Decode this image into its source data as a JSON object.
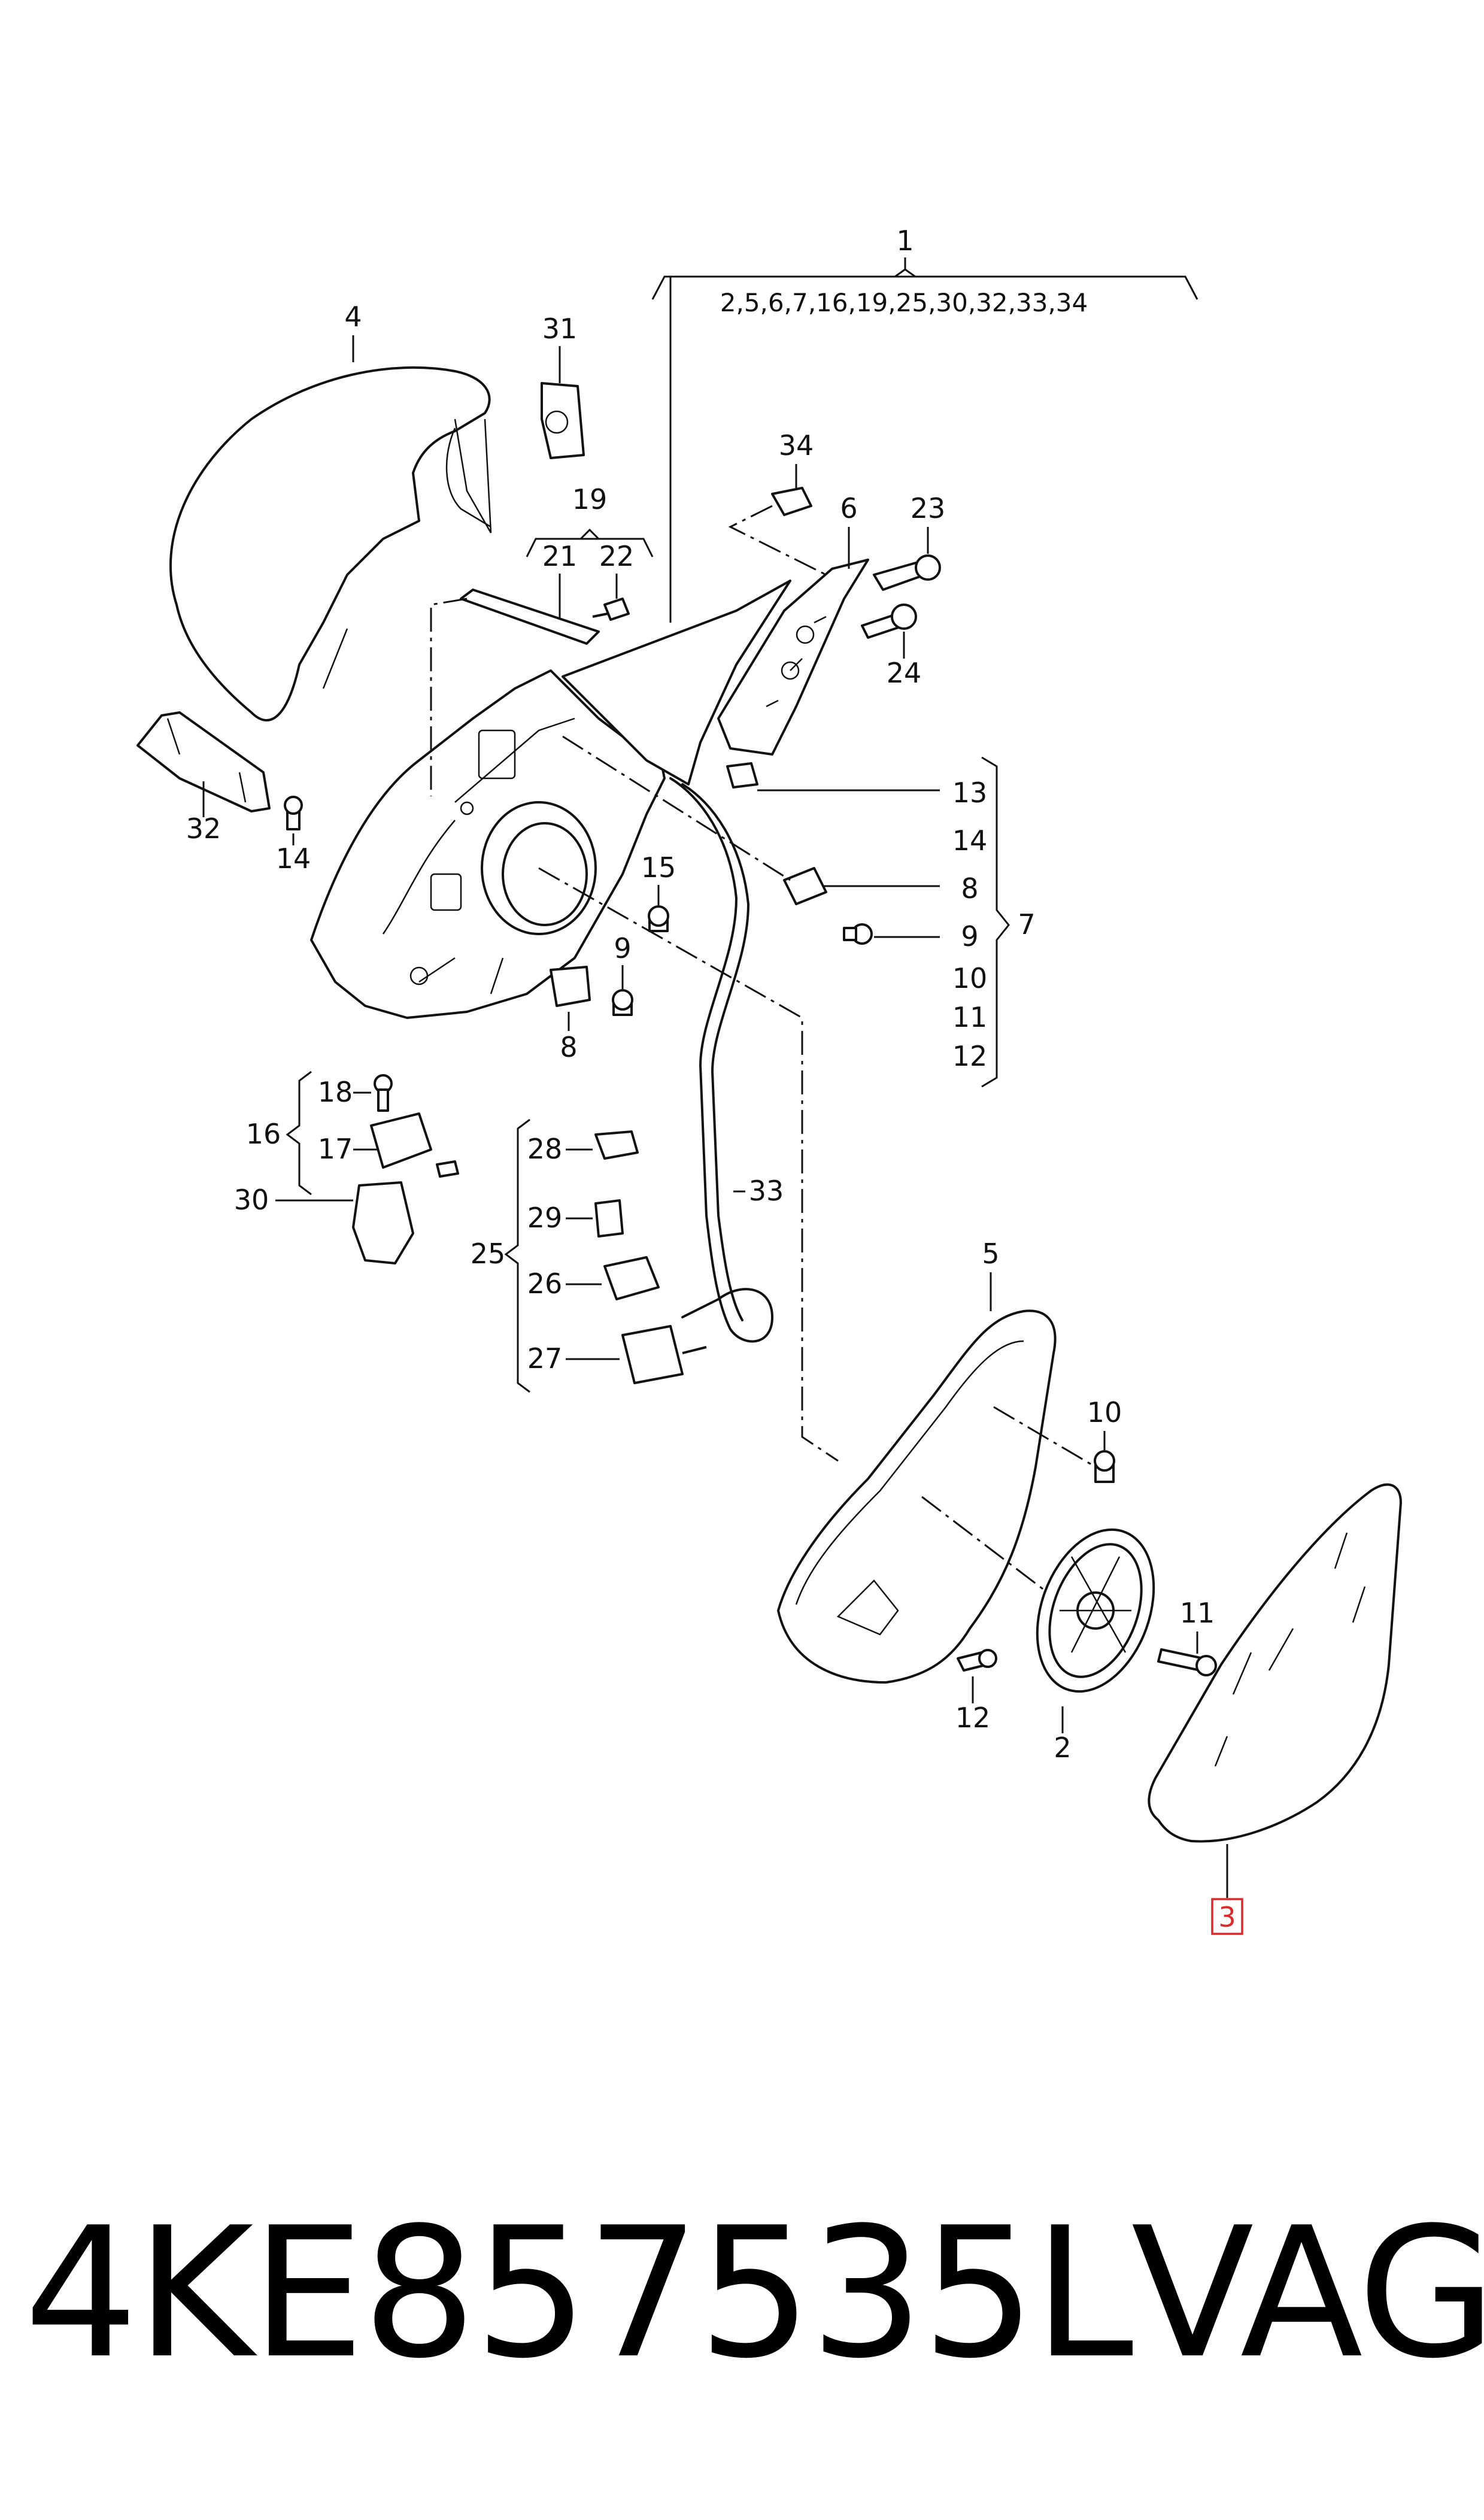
{
  "callouts": {
    "c1": "1",
    "c1_list": "2,5,6,7,16,19,25,30,32,33,34",
    "c2": "2",
    "c3": "3",
    "c4": "4",
    "c5": "5",
    "c6": "6",
    "c7": "7",
    "c8a": "8",
    "c8b": "8",
    "c9a": "9",
    "c9b": "9",
    "c10a": "10",
    "c10b": "10",
    "c11a": "11",
    "c11b": "11",
    "c12a": "12",
    "c12b": "12",
    "c13": "13",
    "c14a": "14",
    "c14b": "14",
    "c15": "15",
    "c16": "16",
    "c17": "17",
    "c18": "18",
    "c19": "19",
    "c21": "21",
    "c22": "22",
    "c23": "23",
    "c24": "24",
    "c25": "25",
    "c26": "26",
    "c27": "27",
    "c28": "28",
    "c29": "29",
    "c30": "30",
    "c31": "31",
    "c32": "32",
    "c33": "33",
    "c34": "34"
  },
  "highlighted_part": "3",
  "highlight_color": "#d92b2b",
  "footer": {
    "part_number": "4KE857535L",
    "brand": "VAG"
  }
}
